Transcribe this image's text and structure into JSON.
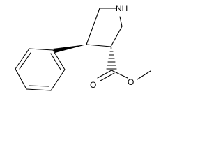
{
  "molecule": {
    "atoms": {
      "nh": "NH",
      "o_carbonyl": "O",
      "o_ester": "O"
    },
    "colors": {
      "ink": "#000000",
      "background": "#ffffff"
    }
  }
}
